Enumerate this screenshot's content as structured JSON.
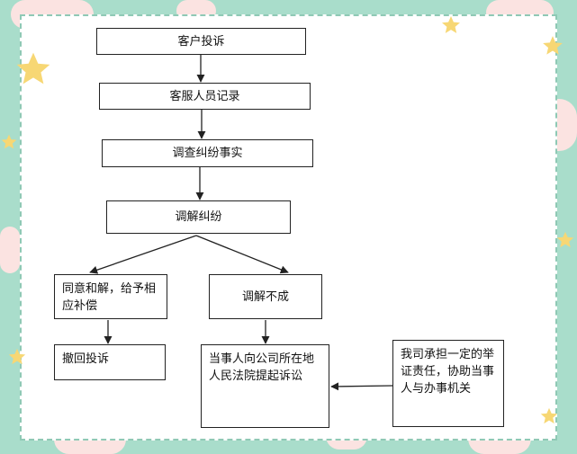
{
  "colors": {
    "background": "#a9ddcb",
    "canvas": "#ffffff",
    "border_dash": "#8fc9b5",
    "cloud": "#fbe3e1",
    "star": "#f7d774"
  },
  "nodes": {
    "customer_complaint": "客户投诉",
    "service_record": "客服人员记录",
    "investigate_facts": "调查纠纷事实",
    "mediate_dispute": "调解纠纷",
    "agree_settle": "同意和解，给予相应补偿",
    "mediation_failed": "调解不成",
    "withdraw_complaint": "撤回投诉",
    "file_lawsuit": "当事人向公司所在地人民法院提起诉讼",
    "company_burden": "我司承担一定的举证责任，协助当事人与办事机关"
  }
}
